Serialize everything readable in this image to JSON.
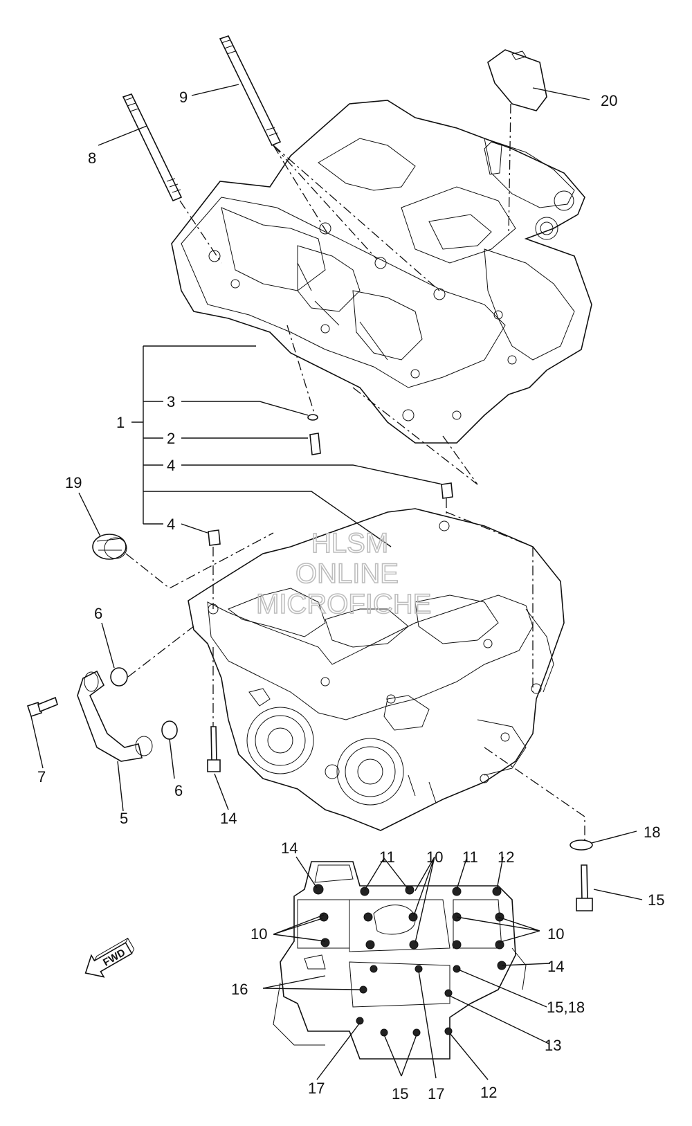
{
  "watermark": {
    "line1": "HLSM",
    "line2": "ONLINE",
    "line3": "MICROFICHE"
  },
  "direction_arrow": {
    "label": "FWD"
  },
  "callouts": {
    "c1": "1",
    "c2": "2",
    "c3": "3",
    "c4a": "4",
    "c4b": "4",
    "c5": "5",
    "c6a": "6",
    "c6b": "6",
    "c7": "7",
    "c8": "8",
    "c9": "9",
    "c14a": "14",
    "c18": "18",
    "c15a": "15",
    "c19": "19",
    "c20": "20",
    "c14b": "14",
    "c11a": "11",
    "c10a": "10",
    "c11b": "11",
    "c12a": "12",
    "c10b": "10",
    "c10c": "10",
    "c14c": "14",
    "c16": "16",
    "c1518": "15,18",
    "c13": "13",
    "c17a": "17",
    "c15b": "15",
    "c17b": "17",
    "c12b": "12"
  },
  "colors": {
    "line": "#111111",
    "watermark": "#bdbdbd",
    "background": "#ffffff"
  }
}
